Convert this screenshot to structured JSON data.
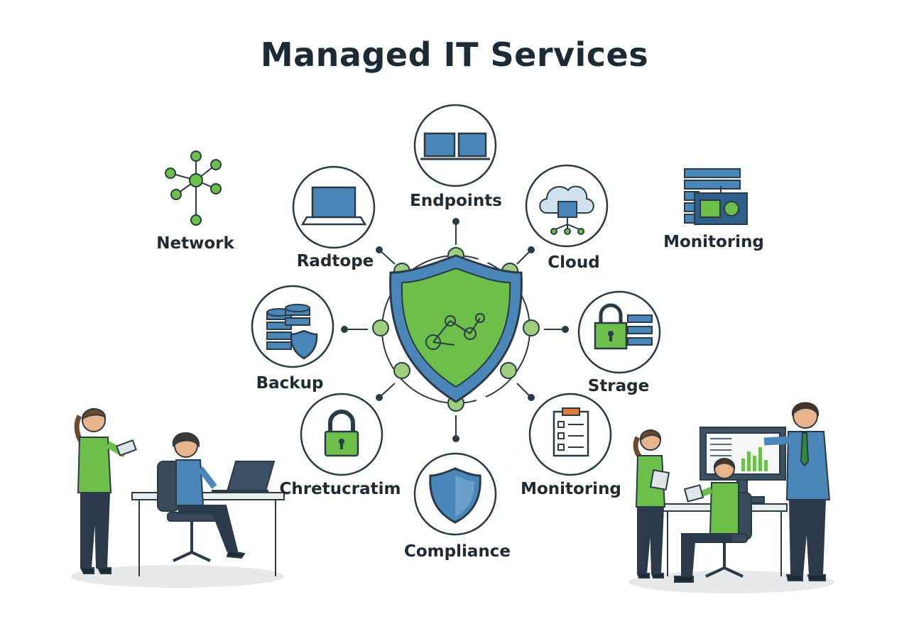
{
  "title": "Managed IT Services",
  "colors": {
    "accent_green": "#6cbf4a",
    "accent_blue": "#4a86b8",
    "outline": "#2b3a45"
  },
  "nodes": [
    {
      "label": "Endpoints",
      "icon": "dual-laptop-icon"
    },
    {
      "label": "Cloud",
      "icon": "cloud-server-icon"
    },
    {
      "label": "Strage",
      "icon": "padlock-storage-icon"
    },
    {
      "label": "Monitoring",
      "icon": "checklist-icon"
    },
    {
      "label": "Compliance",
      "icon": "shield-icon"
    },
    {
      "label": "Chretucratim",
      "icon": "padlock-icon"
    },
    {
      "label": "Backup",
      "icon": "database-shield-icon"
    },
    {
      "label": "Radtope",
      "icon": "laptop-icon"
    }
  ],
  "corner_items": [
    {
      "label": "Network",
      "icon": "network-nodes-icon"
    },
    {
      "label": "Monitoring",
      "icon": "server-rack-icon"
    }
  ],
  "center_icon": "security-shield-icon"
}
